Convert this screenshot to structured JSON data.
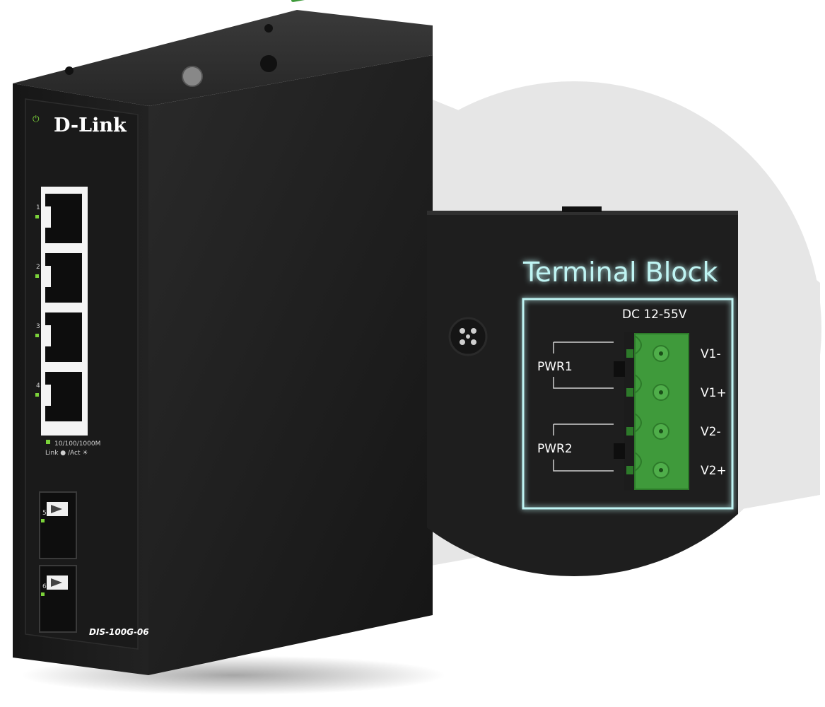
{
  "device": {
    "brand": "D-Link",
    "model": "DIS-100G-06",
    "ports": [
      "1",
      "2",
      "3",
      "4"
    ],
    "sfp_ports": [
      "5",
      "6"
    ],
    "speed_label": "10/100/1000M",
    "legend_label": "Link ● /Act ☀"
  },
  "callout": {
    "title": "Terminal Block",
    "voltage": "DC 12-55V",
    "groups": [
      "PWR1",
      "PWR2"
    ],
    "pins": [
      "V1-",
      "V1+",
      "V2-",
      "V2+"
    ]
  },
  "colors": {
    "device_body": "#1c1c1c",
    "terminal_green": "#3f9a3b",
    "highlight_cyan": "#bff4f3",
    "led_green": "#7bd23a",
    "zoom_bg": "#e6e6e6"
  }
}
